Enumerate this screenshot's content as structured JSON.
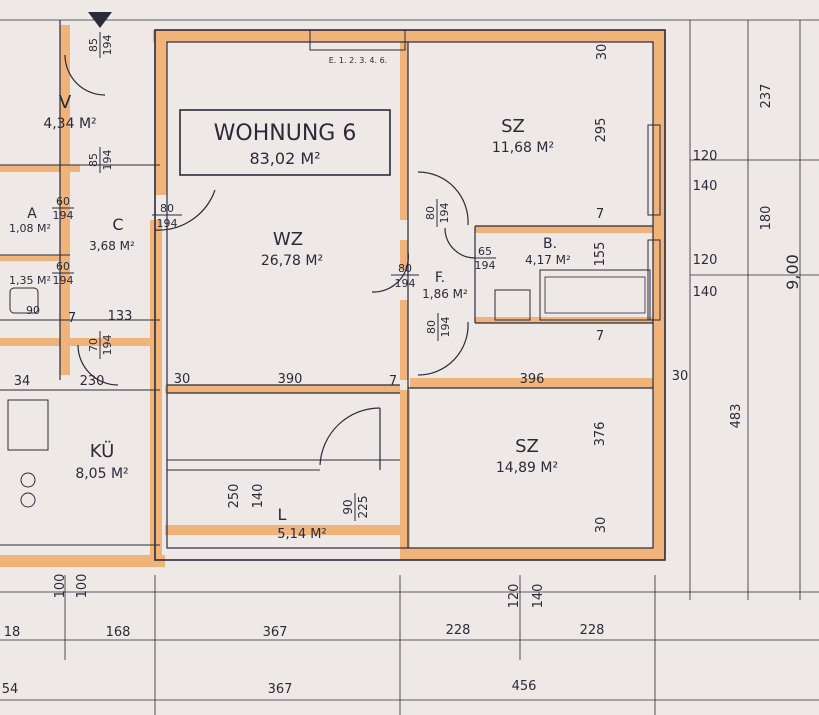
{
  "title": {
    "name": "WOHNUNG 6",
    "area": "83,02 M²"
  },
  "rooms": {
    "v": {
      "label": "V",
      "area": "4,34 M²"
    },
    "sz1": {
      "label": "SZ",
      "area": "11,68 M²"
    },
    "wz": {
      "label": "WZ",
      "area": "26,78 M²"
    },
    "c": {
      "label": "C",
      "area": "3,68 M²"
    },
    "a": {
      "label": "A",
      "area": "1,08 M²"
    },
    "b": {
      "label": "B.",
      "area": "4,17 M²"
    },
    "f": {
      "label": "F.",
      "area": "1,86 M²"
    },
    "ku": {
      "label": "KÜ",
      "area": "8,05 M²"
    },
    "l": {
      "label": "L",
      "area": "5,14 M²"
    },
    "sz2": {
      "label": "SZ",
      "area": "14,89 M²"
    },
    "wc": {
      "label": "1,35 M²"
    }
  },
  "doors": {
    "top": {
      "w": "85",
      "h": "194"
    },
    "v": {
      "w": "85",
      "h": "194"
    },
    "a": {
      "w": "60",
      "h": "194"
    },
    "c": {
      "w": "80",
      "h": "194"
    },
    "wc": {
      "w": "60",
      "h": "194"
    },
    "wz": {
      "w": "80",
      "h": "194"
    },
    "sz": {
      "w": "80",
      "h": "194"
    },
    "b": {
      "w": "65",
      "h": "194"
    },
    "f": {
      "w": "80",
      "h": "194"
    },
    "ku": {
      "w": "70",
      "h": "194"
    },
    "l": {
      "w": "90",
      "h": "225"
    }
  },
  "window_labels": {
    "kitchen": "E. 1. 2. 3. 4. 6.",
    "wc_box": "90"
  },
  "dims": {
    "d30a": "30",
    "d295": "295",
    "d7a": "7",
    "d155": "155",
    "d7b": "7",
    "d376": "376",
    "d30b": "30",
    "d7c": "7",
    "d133": "133",
    "d34": "34",
    "d230": "230",
    "d30c": "30",
    "d390": "390",
    "d7d": "7",
    "d396": "396",
    "d30d": "30",
    "d250": "250",
    "d140a": "140",
    "r120a": "120",
    "r140a": "140",
    "r120b": "120",
    "r140b": "140",
    "r237": "237",
    "r180": "180",
    "r483": "483",
    "r900": "9,00",
    "b100a": "100",
    "b100b": "100",
    "b120": "120",
    "b140": "140",
    "b18": "18",
    "b168": "168",
    "b367a": "367",
    "b228a": "228",
    "b228b": "228",
    "b54": "54",
    "b367b": "367",
    "b456": "456"
  }
}
